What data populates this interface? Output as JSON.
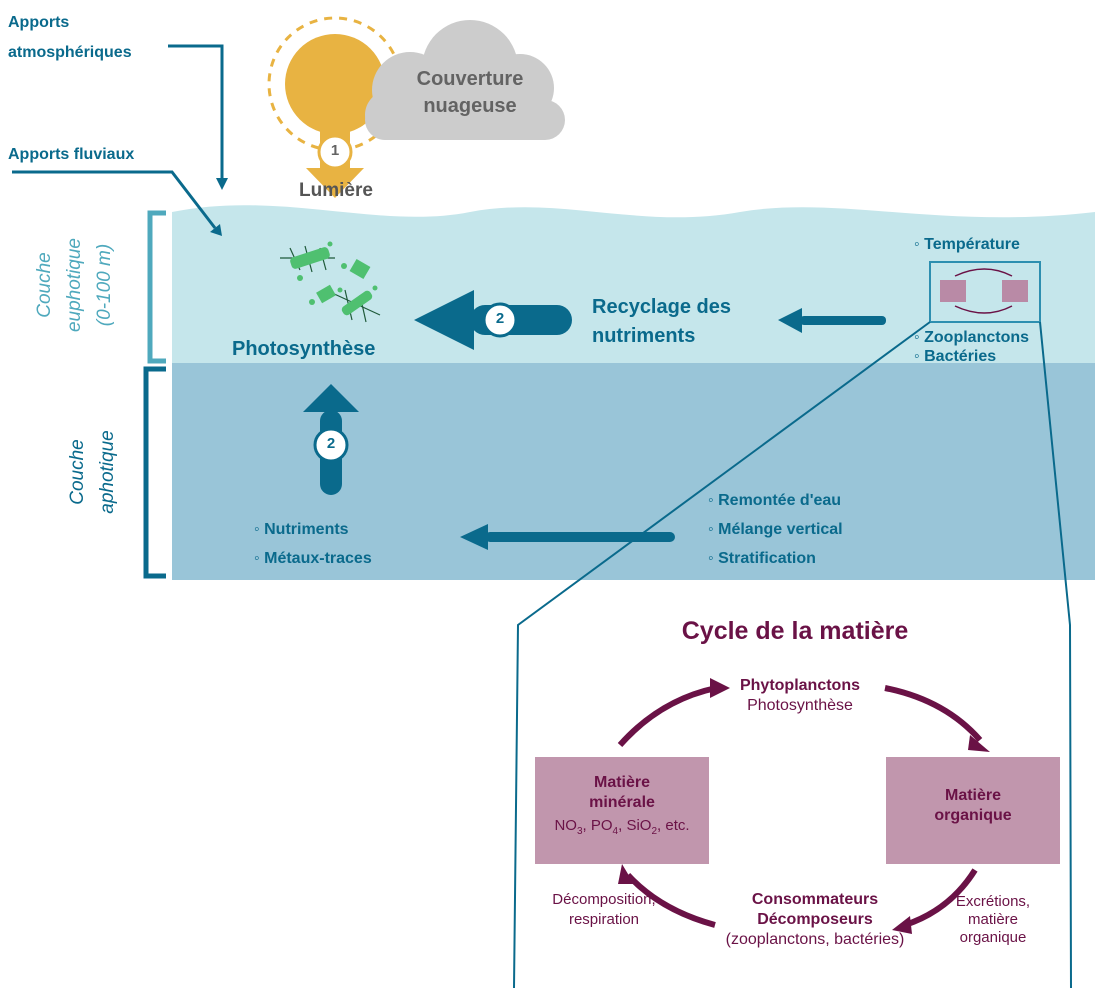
{
  "colors": {
    "teal": "#0a6a8c",
    "light_teal": "#4fa9bd",
    "water_top": "#c5e6eb",
    "water_bottom": "#99c5d8",
    "sun": "#e8b342",
    "cloud": "#cccccc",
    "maroon": "#6a1246",
    "box": "#c196ad"
  },
  "inputs": {
    "atmo_line1": "Apports",
    "atmo_line2": "atmosphériques",
    "fluvial": "Apports fluviaux"
  },
  "sky": {
    "cloud_line1": "Couverture",
    "cloud_line2": "nuageuse",
    "light_number": "1",
    "light_label": "Lumière"
  },
  "layers": {
    "euphotic_line1": "Couche",
    "euphotic_line2": "euphotique",
    "euphotic_line3": "(0-100 m)",
    "aphotic_line1": "Couche",
    "aphotic_line2": "aphotique"
  },
  "euphotic": {
    "photosynthesis": "Photosynthèse",
    "recycling_number": "2",
    "recycling_line1": "Recyclage des",
    "recycling_line2": "nutriments",
    "temperature": "Température",
    "zooplankton": "Zooplanctons",
    "bacteria": "Bactéries"
  },
  "aphotic": {
    "upward_number": "2",
    "nutrients": "Nutriments",
    "trace_metals": "Métaux-traces",
    "upwelling": "Remontée d'eau",
    "vertical_mixing": "Mélange vertical",
    "stratification": "Stratification"
  },
  "cycle": {
    "title": "Cycle de la matière",
    "phyto": "Phytoplanctons",
    "phyto_sub": "Photosynthèse",
    "organic_line1": "Matière",
    "organic_line2": "organique",
    "mineral_line1": "Matière",
    "mineral_line2": "minérale",
    "consumers": "Consommateurs",
    "decomposers": "Décomposeurs",
    "consumers_sub": "(zooplanctons, bactéries)",
    "excretion_line1": "Excrétions,",
    "excretion_line2": "matière",
    "excretion_line3": "organique",
    "decomp_line1": "Décomposition,",
    "decomp_line2": "respiration"
  }
}
